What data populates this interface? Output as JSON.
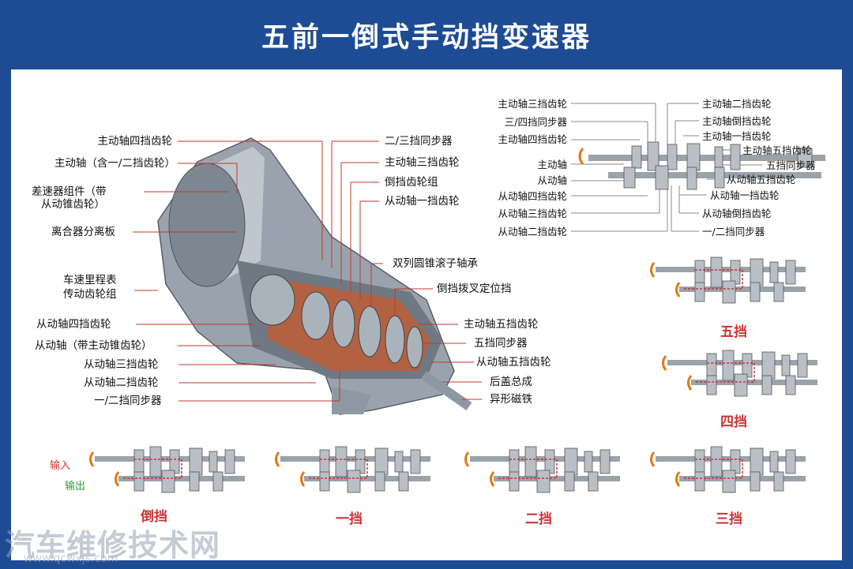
{
  "title": "五前一倒式手动挡变速器",
  "left_labels": [
    "主动轴四挡齿轮",
    "主动轴（含一/二挡齿轮）",
    "差速器组件（带",
    "从动锥齿轮）",
    "离合器分离板",
    "车速里程表",
    "传动齿轮组",
    "从动轴四挡齿轮",
    "从动轴（带主动锥齿轮）",
    "从动轴三挡齿轮",
    "从动轴二挡齿轮",
    "一/二挡同步器"
  ],
  "center_labels": [
    "二/三挡同步器",
    "主动轴三挡齿轮",
    "倒挡齿轮组",
    "从动轴一挡齿轮",
    "双列圆锥滚子轴承",
    "倒挡拨叉定位挡",
    "主动轴五挡齿轮",
    "五挡同步器",
    "从动轴五挡齿轮",
    "后盖总成",
    "异形磁铁"
  ],
  "diagram_left_labels": [
    "主动轴三挡齿轮",
    "三/四挡同步器",
    "主动轴四挡齿轮",
    "主动轴",
    "从动轴",
    "从动轴四挡齿轮",
    "从动轴三挡齿轮",
    "从动轴二挡齿轮"
  ],
  "diagram_right_labels": [
    "主动轴二挡齿轮",
    "主动轴倒挡齿轮",
    "主动轴一挡齿轮",
    "主动轴五挡齿轮",
    "五挡同步器",
    "从动轴五挡齿轮",
    "从动轴一挡齿轮",
    "从动轴倒挡齿轮",
    "一/二挡同步器"
  ],
  "gear_captions": [
    "五挡",
    "四挡",
    "倒挡",
    "一挡",
    "二挡",
    "三挡"
  ],
  "io_labels": {
    "input": "输入",
    "output": "输出"
  },
  "watermark": {
    "text": "汽车维修技术网",
    "url": "www.qcwxjs.com"
  },
  "colors": {
    "frame": "#1d4c95",
    "caption": "#cc3333",
    "input": "#cc3333",
    "output": "#2e9b3a",
    "arrow": "#e07a10"
  }
}
